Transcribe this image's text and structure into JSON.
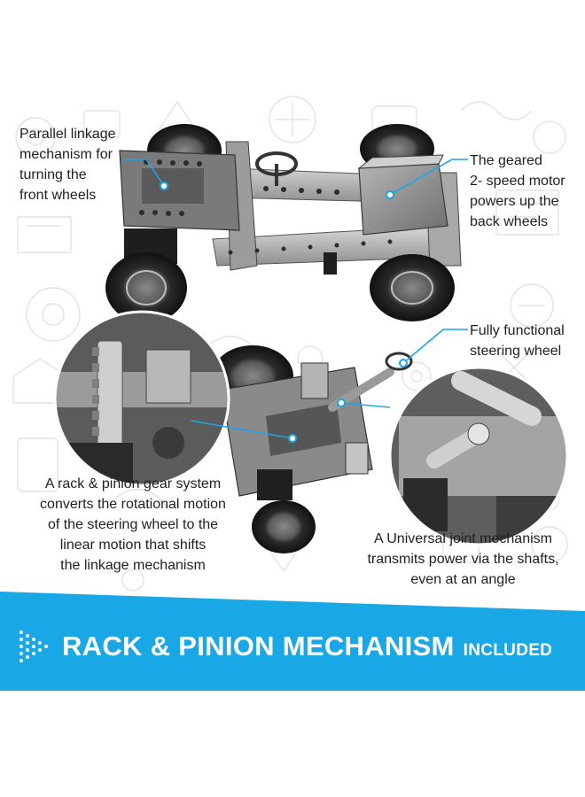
{
  "annotations": {
    "parallel_linkage": [
      "Parallel linkage",
      "mechanism for",
      "turning the",
      "front wheels"
    ],
    "geared_motor": [
      "The geared",
      "2- speed motor",
      "powers up the",
      "back wheels"
    ],
    "steering_wheel": [
      "Fully functional",
      "steering wheel"
    ],
    "rack_pinion": [
      "A rack & pinion gear system",
      "converts the rotational motion",
      "of the steering wheel to the",
      "linear motion that shifts",
      "the linkage mechanism"
    ],
    "universal_joint": [
      "A Universal joint mechanism",
      "transmits power via the shafts,",
      "even at an angle"
    ]
  },
  "banner": {
    "title": "RACK & PINION MECHANISM",
    "subtitle": "INCLUDED",
    "icon": "dotted-arrow-icon"
  },
  "colors": {
    "accent": "#1aa7e6",
    "leader_line": "#1aa7e6",
    "banner_bg": "#1aa7e6",
    "banner_text": "#ffffff",
    "doodle": "#e3e3e3"
  }
}
